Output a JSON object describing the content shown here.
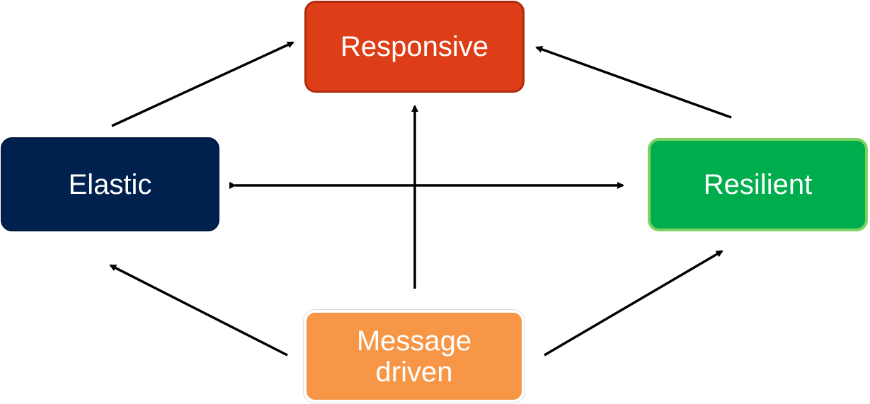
{
  "nodes": {
    "responsive": {
      "label": "Responsive",
      "color": "#dd3e17"
    },
    "elastic": {
      "label": "Elastic",
      "color": "#00204e"
    },
    "resilient": {
      "label": "Resilient",
      "color": "#00ad4c"
    },
    "message_driven": {
      "label": "Message\ndriven",
      "color": "#f79646"
    }
  },
  "arrow_color": "#000000"
}
